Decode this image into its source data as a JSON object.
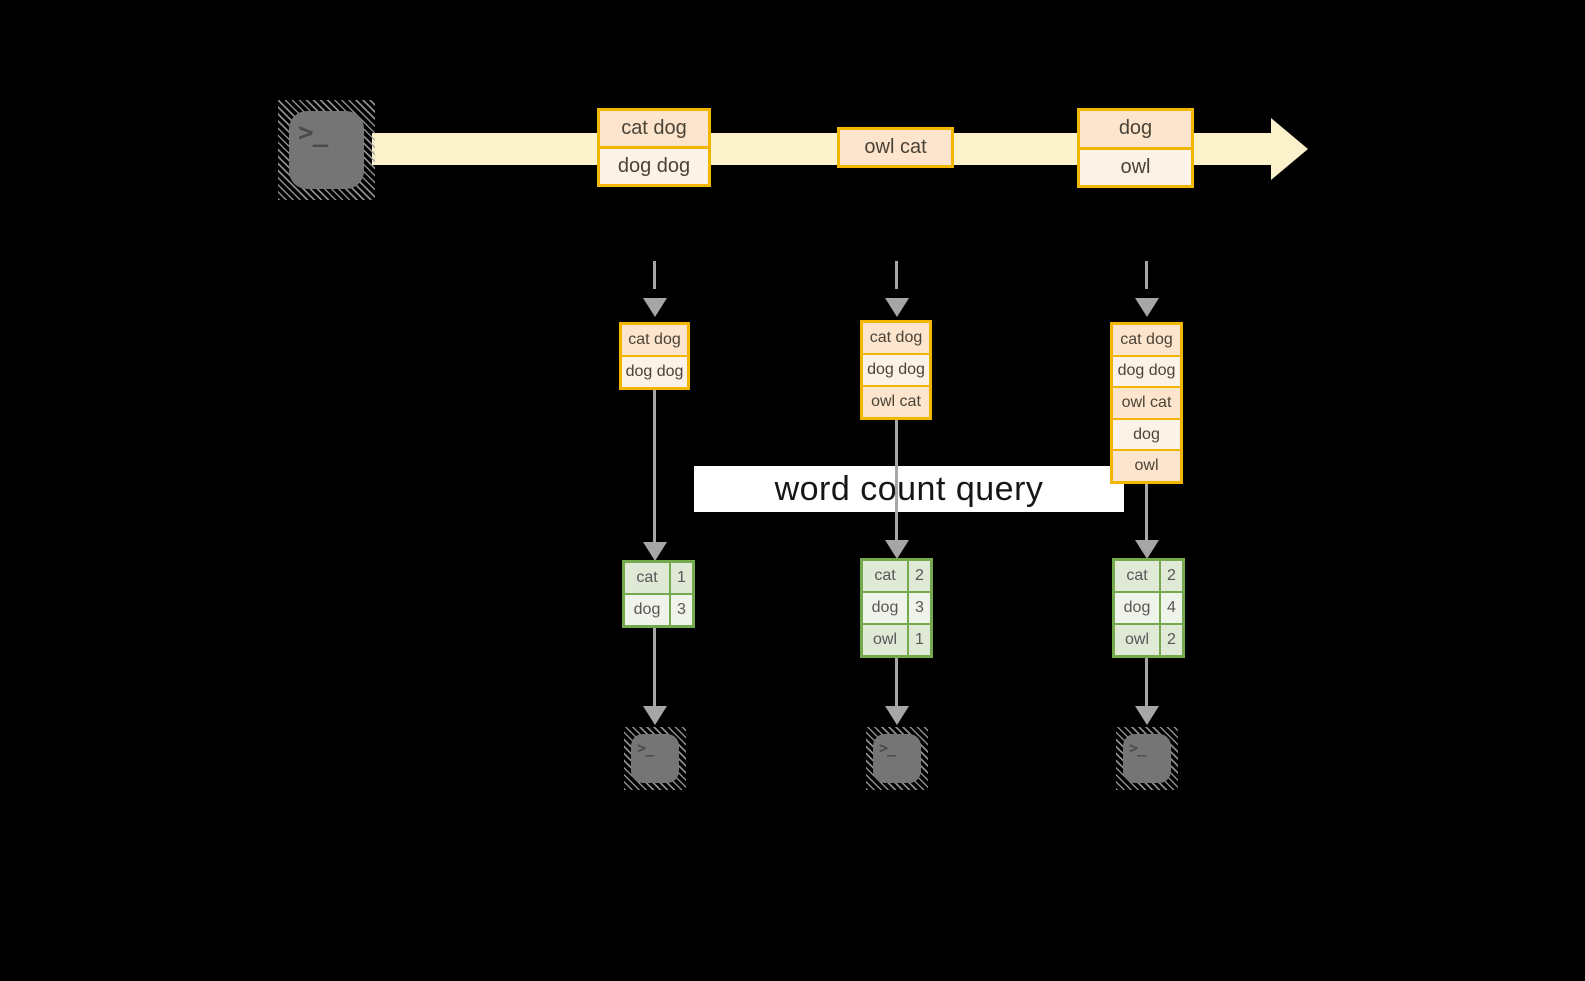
{
  "diagram": {
    "query_label": "word count query",
    "terminal_glyph": ">_"
  },
  "colors": {
    "background": "#000000",
    "gold_border": "#F2B600",
    "peach_dark": "#FCE5CC",
    "peach_light": "#FDF2E7",
    "stream_cream": "#FBF1CB",
    "green_border": "#74A94E",
    "green_row_dark": "#E0E9D5",
    "green_row_light": "#EFF3EA",
    "arrow_gray": "#A6A6A6",
    "terminal_gray": "#757575",
    "label_bg": "#FFFFFF"
  },
  "stream": {
    "batches": [
      {
        "lines": [
          "cat dog",
          "dog dog"
        ]
      },
      {
        "lines": [
          "owl cat"
        ]
      },
      {
        "lines": [
          "dog",
          "owl"
        ]
      }
    ]
  },
  "columns": [
    {
      "buffer": [
        "cat dog",
        "dog dog"
      ],
      "counts": [
        {
          "word": "cat",
          "count": "1"
        },
        {
          "word": "dog",
          "count": "3"
        }
      ]
    },
    {
      "buffer": [
        "cat dog",
        "dog dog",
        "owl cat"
      ],
      "counts": [
        {
          "word": "cat",
          "count": "2"
        },
        {
          "word": "dog",
          "count": "3"
        },
        {
          "word": "owl",
          "count": "1"
        }
      ]
    },
    {
      "buffer": [
        "cat dog",
        "dog dog",
        "owl cat",
        "dog",
        "owl"
      ],
      "counts": [
        {
          "word": "cat",
          "count": "2"
        },
        {
          "word": "dog",
          "count": "4"
        },
        {
          "word": "owl",
          "count": "2"
        }
      ]
    }
  ]
}
